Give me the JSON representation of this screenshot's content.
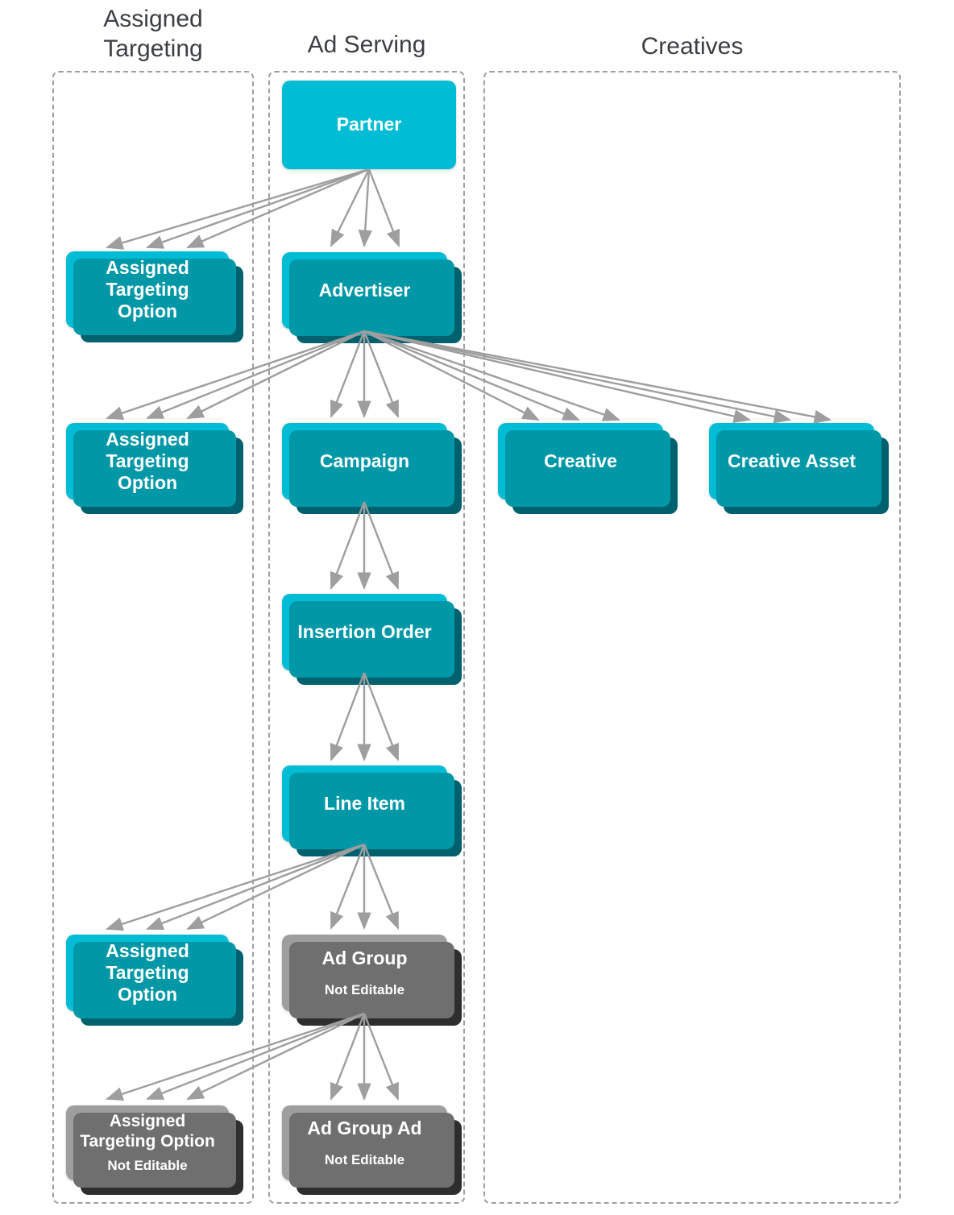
{
  "columns": [
    {
      "id": "assigned-targeting",
      "title": "Assigned Targeting"
    },
    {
      "id": "ad-serving",
      "title": "Ad Serving"
    },
    {
      "id": "creatives",
      "title": "Creatives"
    }
  ],
  "colors": {
    "node_editable": "#00bcd4",
    "node_editable_layer2": "#0097a7",
    "node_editable_layer3": "#00616e",
    "node_not_editable": "#9e9e9e",
    "node_not_editable_layer2": "#6f6f6f",
    "node_not_editable_layer3": "#2e2e2e",
    "arrow": "#9e9e9e",
    "frame_dash": "#9e9e9e",
    "title_text": "#3c4043",
    "node_text": "#ffffff"
  },
  "nodes": [
    {
      "id": "partner",
      "label": "Partner",
      "column": "ad-serving",
      "editable": true,
      "multiple": false
    },
    {
      "id": "assigned-targeting-option-partner",
      "label": "Assigned Targeting Option",
      "column": "assigned-targeting",
      "editable": true,
      "multiple": true
    },
    {
      "id": "advertiser",
      "label": "Advertiser",
      "column": "ad-serving",
      "editable": true,
      "multiple": true
    },
    {
      "id": "assigned-targeting-option-advertiser",
      "label": "Assigned Targeting Option",
      "column": "assigned-targeting",
      "editable": true,
      "multiple": true
    },
    {
      "id": "campaign",
      "label": "Campaign",
      "column": "ad-serving",
      "editable": true,
      "multiple": true
    },
    {
      "id": "creative",
      "label": "Creative",
      "column": "creatives",
      "editable": true,
      "multiple": true
    },
    {
      "id": "creative-asset",
      "label": "Creative Asset",
      "column": "creatives",
      "editable": true,
      "multiple": true
    },
    {
      "id": "insertion-order",
      "label": "Insertion Order",
      "column": "ad-serving",
      "editable": true,
      "multiple": true
    },
    {
      "id": "line-item",
      "label": "Line Item",
      "column": "ad-serving",
      "editable": true,
      "multiple": true
    },
    {
      "id": "assigned-targeting-option-line-item",
      "label": "Assigned Targeting Option",
      "column": "assigned-targeting",
      "editable": true,
      "multiple": true
    },
    {
      "id": "ad-group",
      "label": "Ad Group",
      "sublabel": "Not Editable",
      "column": "ad-serving",
      "editable": false,
      "multiple": true
    },
    {
      "id": "assigned-targeting-option-ad-group",
      "label": "Assigned Targeting Option",
      "sublabel": "Not Editable",
      "column": "assigned-targeting",
      "editable": false,
      "multiple": true
    },
    {
      "id": "ad-group-ad",
      "label": "Ad Group Ad",
      "sublabel": "Not Editable",
      "column": "ad-serving",
      "editable": false,
      "multiple": true
    }
  ],
  "edges": [
    {
      "from": "partner",
      "to": "assigned-targeting-option-partner"
    },
    {
      "from": "partner",
      "to": "advertiser"
    },
    {
      "from": "advertiser",
      "to": "assigned-targeting-option-advertiser"
    },
    {
      "from": "advertiser",
      "to": "campaign"
    },
    {
      "from": "advertiser",
      "to": "creative"
    },
    {
      "from": "advertiser",
      "to": "creative-asset"
    },
    {
      "from": "campaign",
      "to": "insertion-order"
    },
    {
      "from": "insertion-order",
      "to": "line-item"
    },
    {
      "from": "line-item",
      "to": "assigned-targeting-option-line-item"
    },
    {
      "from": "line-item",
      "to": "ad-group"
    },
    {
      "from": "ad-group",
      "to": "assigned-targeting-option-ad-group"
    },
    {
      "from": "ad-group",
      "to": "ad-group-ad"
    }
  ]
}
